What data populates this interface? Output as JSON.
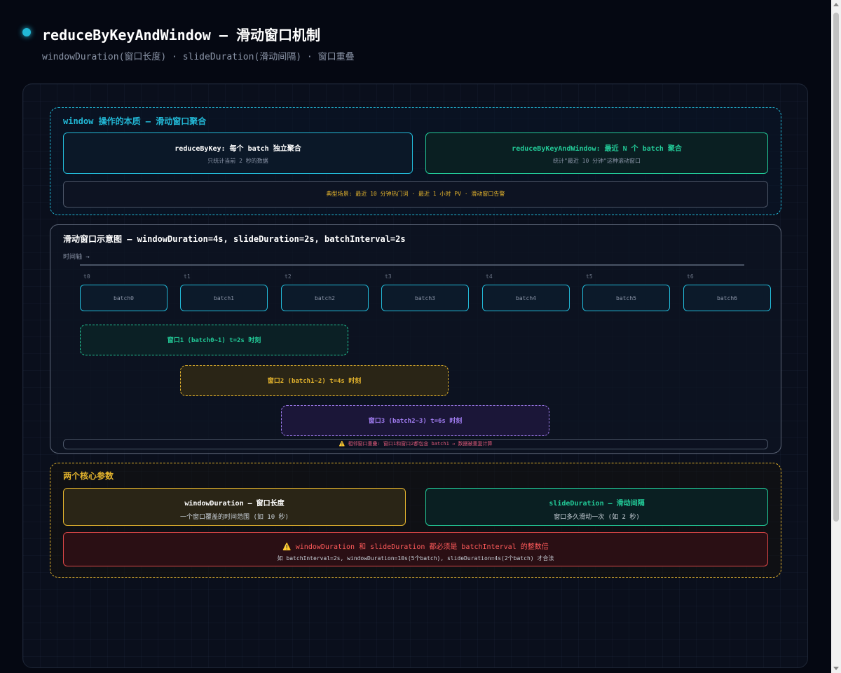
{
  "header": {
    "title": "reduceByKeyAndWindow — 滑动窗口机制",
    "subtitle": "windowDuration(窗口长度) · slideDuration(滑动间隔) · 窗口重叠"
  },
  "essence": {
    "title": "window 操作的本质 — 滑动窗口聚合",
    "left": {
      "title": "reduceByKey: 每个 batch 独立聚合",
      "desc": "只统计当前 2 秒的数据"
    },
    "right": {
      "title": "reduceByKeyAndWindow: 最近 N 个 batch 聚合",
      "desc": "统计\"最近 10 分钟\"这种滚动窗口"
    },
    "scenario": "典型场景: 最近 10 分钟热门词 · 最近 1 小时 PV · 滑动窗口告警"
  },
  "diagram": {
    "title": "滑动窗口示意图 — windowDuration=4s, slideDuration=2s, batchInterval=2s",
    "axis_label": "时间轴 →",
    "ticks": [
      "t0",
      "t1",
      "t2",
      "t3",
      "t4",
      "t5",
      "t6"
    ],
    "batches": [
      "batch0",
      "batch1",
      "batch2",
      "batch3",
      "batch4",
      "batch5",
      "batch6"
    ],
    "windows": [
      {
        "label": "窗口1 (batch0~1) t=2s 时刻",
        "color": "#22c997"
      },
      {
        "label": "窗口2 (batch1~2) t=4s 时刻",
        "color": "#e3b32d"
      },
      {
        "label": "窗口3 (batch2~3) t=6s 时刻",
        "color": "#a07cf0"
      }
    ],
    "overlap_note": "⚠️ 相邻窗口重叠: 窗口1和窗口2都包含 batch1 → 数据被重复计算"
  },
  "params": {
    "title": "两个核心参数",
    "window": {
      "title": "windowDuration — 窗口长度",
      "desc": "一个窗口覆盖的时间范围 (如 10 秒)"
    },
    "slide": {
      "title": "slideDuration — 滑动间隔",
      "desc": "窗口多久滑动一次 (如 2 秒)"
    },
    "warning": {
      "title": "⚠️ windowDuration 和 slideDuration 都必须是 batchInterval 的整数倍",
      "desc": "如 batchInterval=2s, windowDuration=10s(5个batch), slideDuration=4s(2个batch) 才合法"
    }
  },
  "colors": {
    "cyan": "#22b8d6",
    "green": "#22c997",
    "amber": "#e3b32d",
    "purple": "#a07cf0",
    "red": "#d84646"
  }
}
